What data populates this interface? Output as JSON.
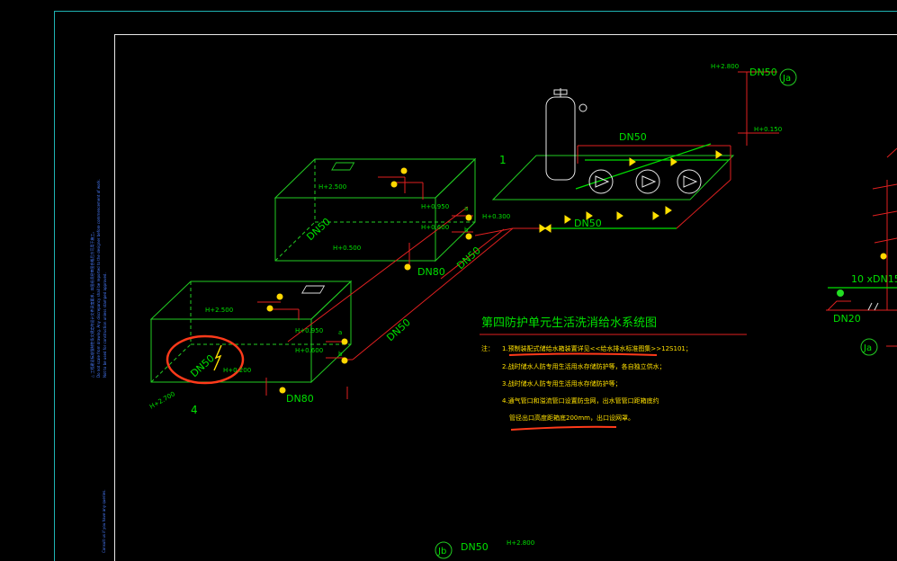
{
  "drawing": {
    "title": "第四防护单元生活洗消给水系统图",
    "notes_label": "注：",
    "notes": [
      "1.预制装配式储给水箱装置详见<<给水排水标准图集>>12S101；",
      "2.战时储水人防专用生活用水存储防护等，各自独立供水；",
      "3.战时储水人防专用生活用水存储防护等；",
      "4.通气管口和溢流管口设置防虫网，出水管管口距箱底约",
      "管径出口高度距箱底200mm，出口设网罩。"
    ],
    "sidebar_text": [
      "△ 工程建设标准强制性条文规定的设计文件深度要求，本图纸须经审图合格后方可用于施工。",
      "Do not scale from drawing. Any discrepancy shall be reported to the designer before commencement of work.",
      "Not to be used for construction unless stamped approved."
    ],
    "sidebar_text_bottom": "Consult us if you have any queries.",
    "labels": {
      "dn50": "DN50",
      "dn80": "DN80",
      "dn20": "DN20",
      "dn15": "10 xDN15",
      "h_2800": "H+2.800",
      "h_0150": "H+0.150",
      "h_0300": "H+0.300",
      "h_2500": "H+2.500",
      "h_0950": "H+0.950",
      "h_0600": "H+0.600",
      "h_0500": "H+0.500",
      "h_0200": "H+0.200",
      "h_2700": "H+2.700",
      "ja": "Ja",
      "jb": "Jb",
      "one": "1",
      "four": "4",
      "a": "a",
      "b": "b"
    },
    "colors": {
      "pipe_green": "#00e000",
      "tank_green": "#22cc22",
      "pipe_red": "#e02020",
      "text_yellow": "#ffe000",
      "frame_cyan": "#1fb3b3",
      "annot_orange": "#ff3a1a",
      "balloon": "#ffd700"
    }
  }
}
